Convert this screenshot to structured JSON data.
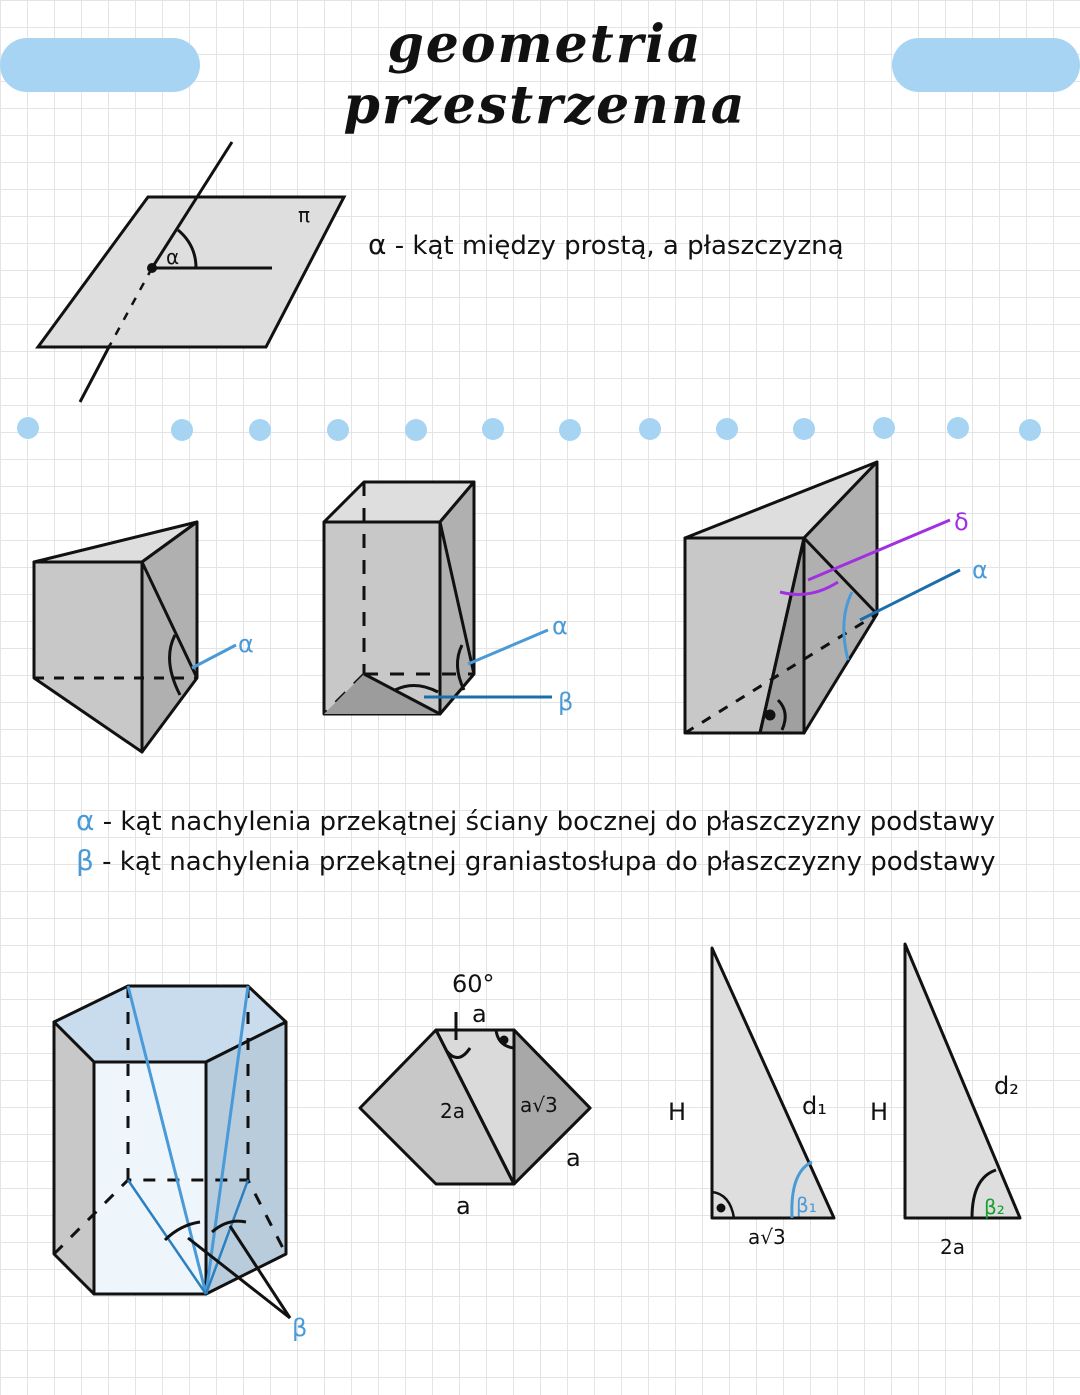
{
  "title": "geometria przestrzenna",
  "colors": {
    "title_bar": "#a8d4f4",
    "dots": "#a8d4f4",
    "face_fill": "#c8c8c8",
    "face_dark": "#a8a8a8",
    "face_light": "#dedede",
    "alpha_line": "#4a9ad8",
    "delta_line": "#a030e0",
    "hex_top": "#c8dcee",
    "beta_green": "#18a030"
  },
  "section1": {
    "plane_label": "π",
    "angle_label": "α",
    "description": {
      "symbol": "α",
      "text": "- kąt między prostą, a płaszczyzną"
    }
  },
  "section2": {
    "prism1_alpha": "α",
    "prism2_alpha": "α",
    "prism2_beta": "β",
    "prism3_delta": "δ",
    "prism3_alpha": "α"
  },
  "definitions": [
    {
      "symbol": "α",
      "text": "- kąt nachylenia przekątnej ściany bocznej do płaszczyzny podstawy"
    },
    {
      "symbol": "β",
      "text": "- kąt nachylenia przekątnej graniastosłupa do płaszczyzny podstawy"
    }
  ],
  "section3": {
    "hexagon_beta": "β",
    "hex_base": {
      "angle": "60°",
      "top_side": "a",
      "diag_long": "2a",
      "diag_short": "a√3",
      "right_side": "a",
      "bottom_side": "a"
    },
    "triangle1": {
      "height": "H",
      "hyp": "d₁",
      "base": "a√3",
      "angle": "β₁"
    },
    "triangle2": {
      "height": "H",
      "hyp": "d₂",
      "base": "2a",
      "angle": "β₂"
    }
  }
}
